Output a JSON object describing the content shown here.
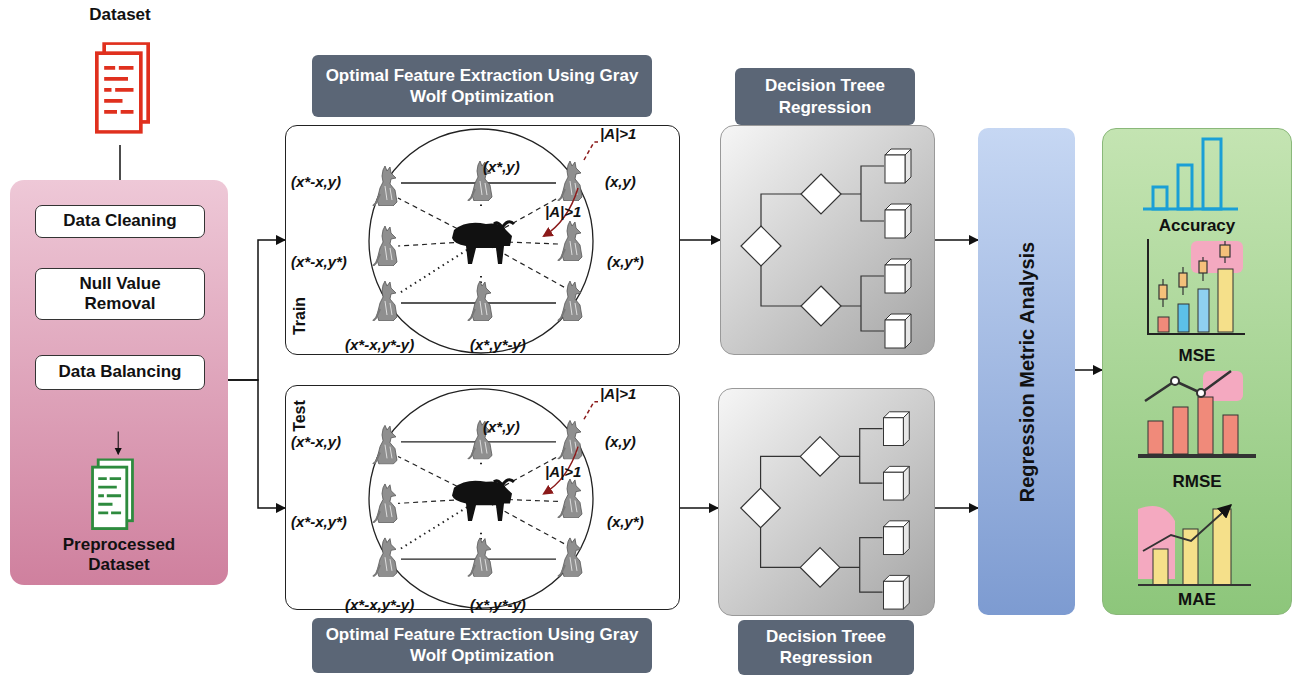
{
  "diagram": {
    "nodes": [
      {
        "text": [
          "Dataset"
        ]
      },
      {
        "text": [
          "Preprocessed Dataset"
        ]
      },
      {
        "text": [
          "Data Cleaning"
        ],
        "in": 1
      },
      {
        "text": [
          "Null Value Removal"
        ],
        "in": 1
      },
      {
        "text": [
          "Data Balancing"
        ],
        "in": 1
      },
      {
        "text": [
          "Optimal Feature Extraction Using Gray Wolf Optimization",
          "Train"
        ]
      },
      {
        "text": [
          "Decision Treee Regression"
        ]
      },
      {
        "text": [
          "Test",
          "Optimal Feature Extraction Using Gray Wolf Optimization"
        ]
      },
      {
        "text": [
          "Decision Treee Regression"
        ]
      },
      {
        "text": [
          "Regression Metric Analysis"
        ]
      },
      {
        "text": [
          "Accuracy",
          "MSE",
          "RMSE",
          "MAE"
        ]
      }
    ],
    "edges": [
      {
        "from": 0,
        "to": 2,
        "arrow": "to"
      },
      {
        "from": 2,
        "to": 3,
        "arrow": "to"
      },
      {
        "from": 3,
        "to": 4,
        "arrow": "to"
      },
      {
        "from": 1,
        "to": 5,
        "arrow": "to"
      },
      {
        "from": 1,
        "to": 7,
        "arrow": "to"
      },
      {
        "from": 5,
        "to": 6,
        "arrow": "to"
      },
      {
        "from": 7,
        "to": 8,
        "arrow": "to"
      },
      {
        "from": 6,
        "to": 9,
        "arrow": "to"
      },
      {
        "from": 8,
        "to": 9,
        "arrow": "to"
      },
      {
        "from": 9,
        "to": 10,
        "arrow": "to"
      }
    ],
    "labels": [
      "|A|>1",
      "(x*,y)",
      "|A|>1",
      "(x*-x,y)",
      "(x,y)",
      "(x*-x,y*)",
      "(x,y*)",
      "(x*-x,y*-y)",
      "(x*,y*-y)",
      "|A|>1",
      "(x*,y)",
      "|A|>1",
      "(x*-x,y)",
      "(x,y)",
      "(x*-x,y*)",
      "(x,y*)",
      "(x*-x,y*-y)",
      "(x*,y*-y)"
    ]
  }
}
